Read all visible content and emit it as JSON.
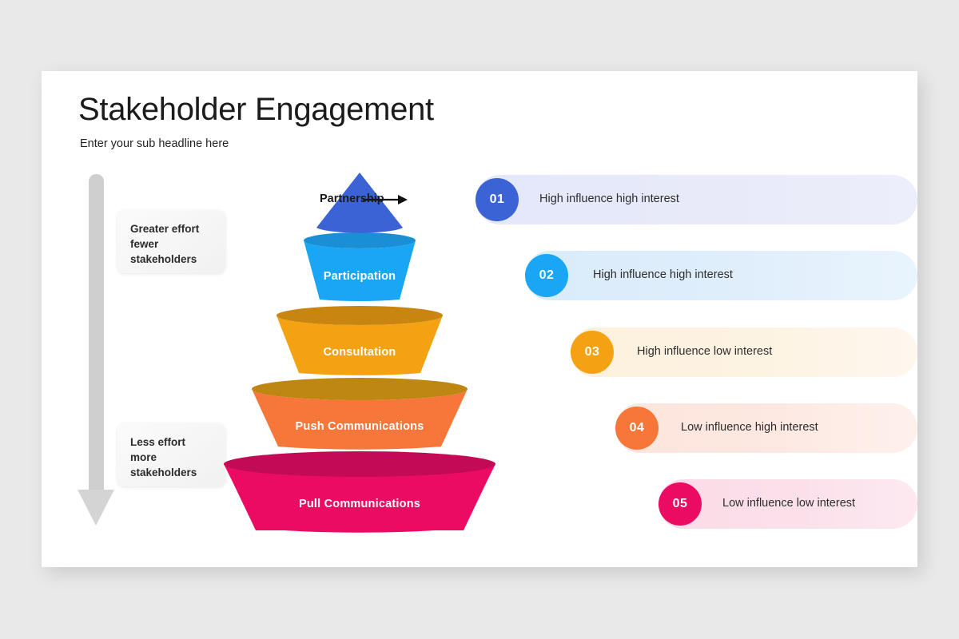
{
  "slide": {
    "title": "Stakeholder Engagement",
    "subtitle": "Enter your sub headline here"
  },
  "annotations": {
    "top_note": "Greater effort\nfewer\nstakeholders",
    "bottom_note": "Less effort\nmore\nstakeholders",
    "callout_label": "Partnership"
  },
  "pyramid": {
    "levels": [
      {
        "label": "Partnership",
        "body_color": "#3b63d6",
        "top_color": "#3b63d6"
      },
      {
        "label": "Participation",
        "body_color": "#18a6f5",
        "top_color": "#1a8fd6"
      },
      {
        "label": "Consultation",
        "body_color": "#f5a212",
        "top_color": "#c8850f"
      },
      {
        "label": "Push Communications",
        "body_color": "#f7763a",
        "top_color": "#bd8711"
      },
      {
        "label": "Pull Communications",
        "body_color": "#ec0b62",
        "top_color": "#c20a56"
      }
    ]
  },
  "info_rows": [
    {
      "number": "01",
      "text": "High influence high interest",
      "badge_color": "#3b63d6",
      "pill_color": "#e4e8fa"
    },
    {
      "number": "02",
      "text": "High influence high interest",
      "badge_color": "#18a6f5",
      "pill_color": "#d9ebfa"
    },
    {
      "number": "03",
      "text": "High influence low interest",
      "badge_color": "#f5a212",
      "pill_color": "#fdf1dd"
    },
    {
      "number": "04",
      "text": "Low influence high interest",
      "badge_color": "#f7763a",
      "pill_color": "#fde5dd"
    },
    {
      "number": "05",
      "text": "Low influence low interest",
      "badge_color": "#ec0b62",
      "pill_color": "#fbdbe7"
    }
  ]
}
